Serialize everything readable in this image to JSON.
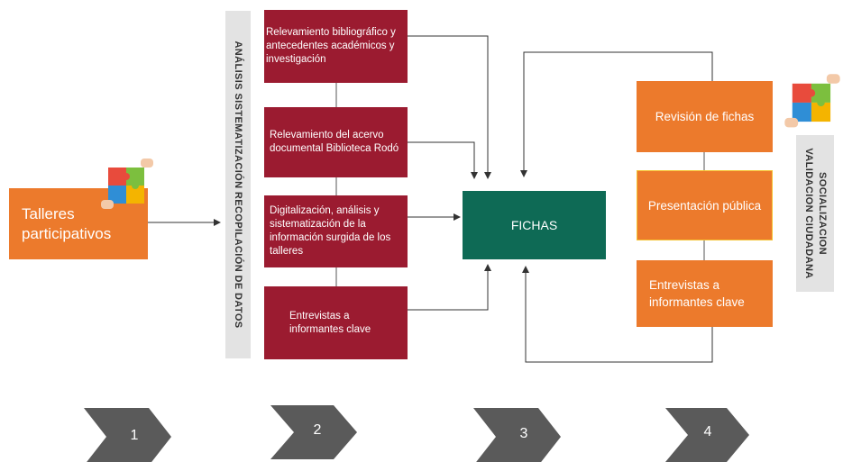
{
  "left": {
    "talleres": "Talleres participativos"
  },
  "stage_labels": {
    "left_vertical": "ANÁLISIS   SISTEMATIZACIÓN   RECOPILACIÓN DE DATOS",
    "right_vertical_1": "SOCIALIZACION",
    "right_vertical_2": "VALIDACION CIUDADANA"
  },
  "column2": {
    "box1": "Relevamiento bibliográfico y antecedentes académicos y investigación",
    "box2": "Relevamiento del acervo documental Biblioteca Rodó",
    "box3": "Digitalización, análisis y sistematización de la información surgida de los talleres",
    "box4": "Entrevistas a informantes clave"
  },
  "center": {
    "fichas": "FICHAS"
  },
  "column4": {
    "box1": "Revisión de fichas",
    "box2": "Presentación pública",
    "box3": "Entrevistas a informantes clave"
  },
  "steps": [
    "1",
    "2",
    "3",
    "4"
  ],
  "colors": {
    "red": "#9b1b30",
    "orange": "#ec7a2c",
    "teal": "#0e6a55",
    "chevron": "#5a5a5a",
    "label_bg": "#e3e3e3"
  }
}
